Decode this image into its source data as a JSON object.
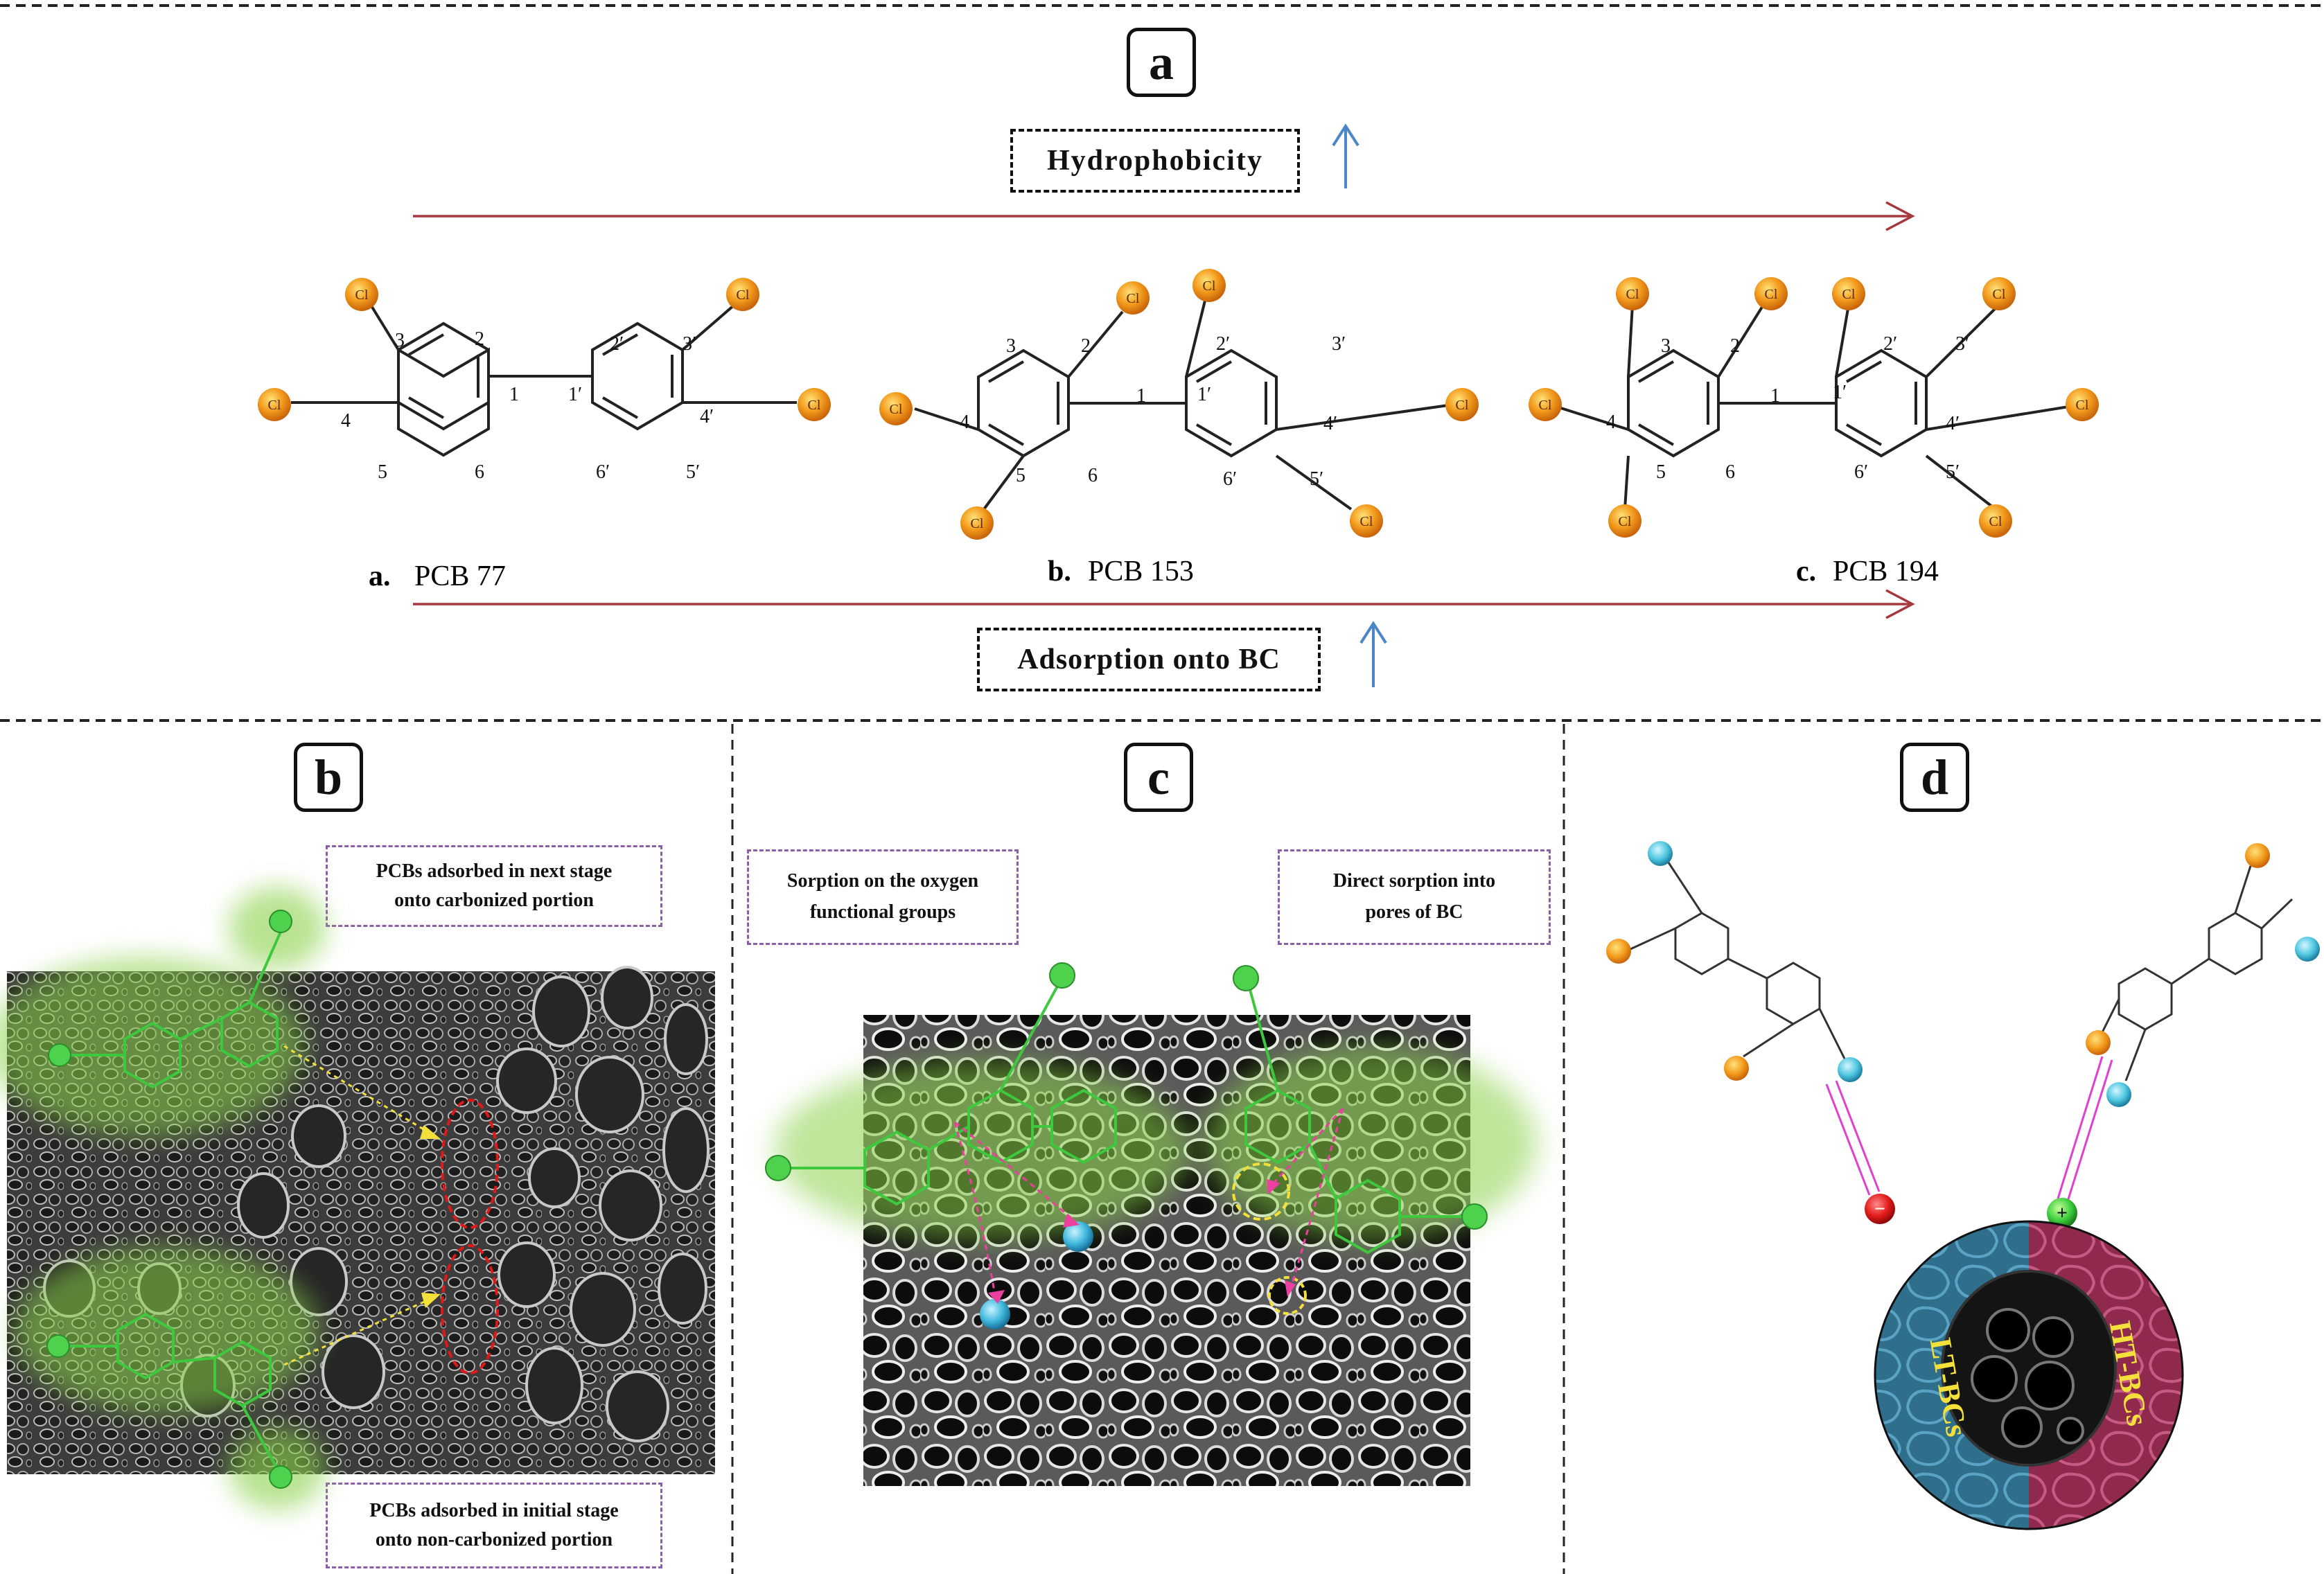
{
  "panel_a": {
    "label": "a",
    "hydrophobicity": "Hydrophobicity",
    "adsorption": "Adsorption onto BC",
    "molecules": [
      {
        "prefix": "a.",
        "name": "PCB 77"
      },
      {
        "prefix": "b.",
        "name": "PCB 153"
      },
      {
        "prefix": "c.",
        "name": "PCB 194"
      }
    ],
    "chlorine": "Cl",
    "ring_positions": [
      "1",
      "2",
      "3",
      "4",
      "5",
      "6",
      "1′",
      "2′",
      "3′",
      "4′",
      "5′",
      "6′"
    ]
  },
  "panel_b": {
    "label": "b",
    "note_top_line1": "PCBs adsorbed in next stage",
    "note_top_line2": "onto carbonized portion",
    "note_bottom_line1": "PCBs adsorbed in initial stage",
    "note_bottom_line2": "onto non-carbonized portion"
  },
  "panel_c": {
    "label": "c",
    "note_left_line1": "Sorption on the oxygen",
    "note_left_line2": "functional groups",
    "note_right_line1": "Direct sorption into",
    "note_right_line2": "pores of BC"
  },
  "panel_d": {
    "label": "d",
    "left_label": "LT-BCs",
    "right_label": "HT-BCs",
    "minus": "−",
    "plus": "+"
  },
  "colors": {
    "arrow_red": "#a5383d",
    "arrow_blue": "#4a86c8",
    "note_border": "#8b5fa8",
    "glow_green": "#8ad04a",
    "lt_blue": "#2f6f8c",
    "ht_red": "#8f2a4e",
    "chlorine_orange": "#e8901a",
    "hydroxyl_cyan": "#4fc6e0",
    "magenta_link": "#e040d0"
  }
}
